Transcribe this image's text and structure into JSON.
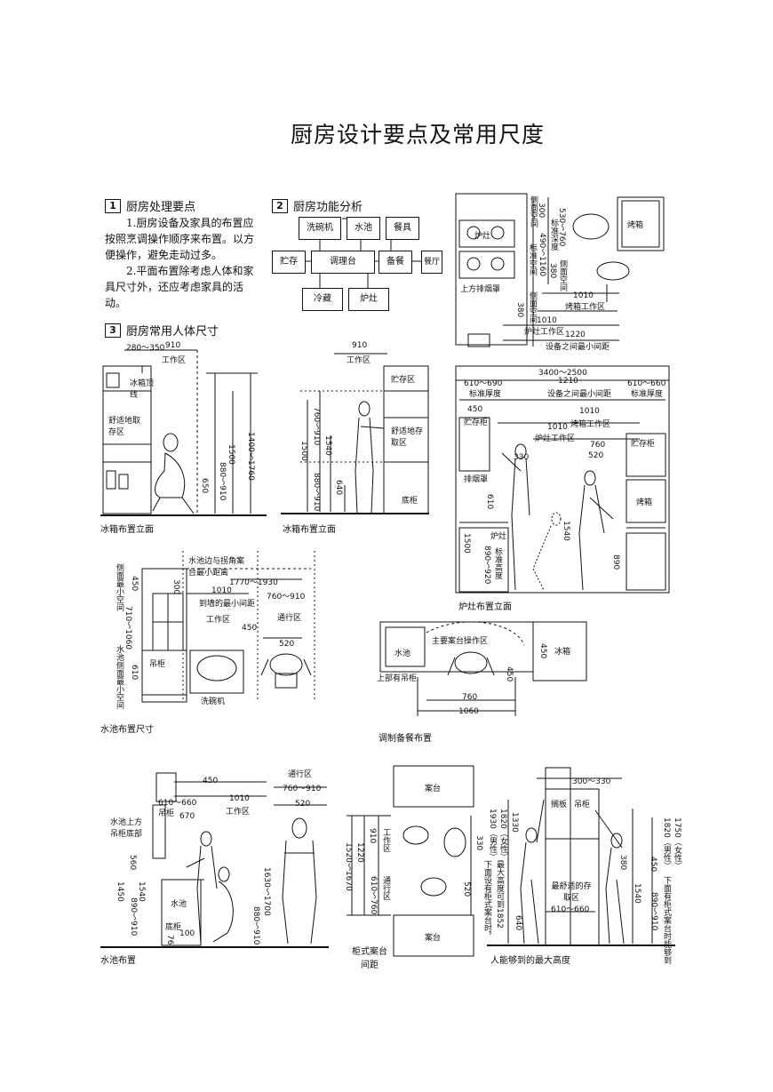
{
  "title": "厨房设计要点及常用尺度",
  "sections": {
    "s1": {
      "num": "1",
      "heading": "厨房处理要点",
      "p1": "1.厨房设备及家具的布置应按照烹调操作顺序来布置。以方便操作，避免走动过多。",
      "p2": "2.平面布置除考虑人体和家具尺寸外，还应考虑家具的活动。"
    },
    "s2": {
      "num": "2",
      "heading": "厨房功能分析",
      "boxes": {
        "dishwasher": "洗碗机",
        "sink": "水池",
        "dining": "餐具",
        "storage": "贮存",
        "prep": "调理台",
        "serve": "备餐",
        "restaurant": "餐厅",
        "fridge": "冷藏",
        "stove": "炉灶"
      }
    },
    "s3": {
      "num": "3",
      "heading": "厨房常用人体尺寸"
    }
  },
  "captions": {
    "fridge1": "冰箱布置立面",
    "fridge2": "冰箱布置立面",
    "stove_elev": "炉灶布置立面",
    "sink_size": "水池布置尺寸",
    "prep_layout": "调制备餐布置",
    "sink_elev": "水池布置",
    "counter_gap": "柜式案台间距",
    "max_reach": "人能够到的最大高度"
  },
  "labels": {
    "oven_plan": {
      "d300": "300",
      "side_space": "侧面空间",
      "d530": "530～760",
      "std_depth": "标准深度",
      "stove": "炉灶",
      "d490": "490～1160",
      "std_space": "标准空间",
      "d380a": "380",
      "side_space2": "侧面空间",
      "hood": "上方排烟罩",
      "d380b": "380",
      "side_space3": "侧面空间",
      "oven": "烤箱",
      "d1010a": "1010",
      "oven_zone": "烤箱工作区",
      "d1010b": "1010",
      "stove_zone": "炉灶工作区",
      "d1220": "1220",
      "min_dist": "设备之间最小间距"
    },
    "fridge1": {
      "d280": "280～350",
      "d910": "910",
      "work_zone": "工作区",
      "fridge_top": "冰箱顶线",
      "comfort": "舒适地取存区",
      "d650": "650",
      "d880": "880～910",
      "d1500": "1500",
      "d1400": "1400～1760"
    },
    "fridge2": {
      "d910": "910",
      "work_zone": "工作区",
      "storage": "贮存区",
      "comfort": "舒适地存取区",
      "d1500": "1500",
      "d760": "760～910",
      "d1540": "1540",
      "d640": "640",
      "d880": "880～910",
      "cabinet": "底柜"
    },
    "stove_elev": {
      "d3400": "3400～2500",
      "d610a": "610～690",
      "d1210": "1210",
      "d610b": "610～660",
      "std_depth": "标准厚度",
      "min_dist": "设备之间最小间距",
      "std_depth2": "标准厚度",
      "d450": "450",
      "d1010a": "1010",
      "storage_cab": "贮存柜",
      "oven_zone": "烤箱工作区",
      "d1010b": "1010",
      "stove_zone": "炉灶工作区",
      "d760": "760",
      "storage_cab2": "贮存柜",
      "d330": "330",
      "d520": "520",
      "hood": "排烟罩",
      "d610c": "610",
      "stove": "炉灶",
      "oven": "烤箱",
      "d1500": "1500",
      "d890": "890～920",
      "std_height": "标准高度",
      "d1540": "1540",
      "d890b": "890"
    },
    "sink_size": {
      "corner": "水池边与拐角案台最小距离",
      "d1770": "1770～1930",
      "d1010": "1010",
      "min_wall": "到墙的最小间距",
      "d760": "760～910",
      "work_zone": "工作区",
      "pass_zone": "通行区",
      "d450": "450",
      "d520": "520",
      "d300": "300",
      "d450b": "450",
      "side_min": "侧面最小空间",
      "d710": "710～1060",
      "wall_cab": "吊柜",
      "d610": "610",
      "sink_side_min": "水池侧面最小空间",
      "dishwasher": "洗碗机"
    },
    "prep_layout": {
      "main_zone": "主要案台操作区",
      "sink": "水池",
      "fridge": "冰箱",
      "d450": "450",
      "upper_cab": "上部有吊柜",
      "d450b": "450",
      "d760": "760",
      "d1060": "1060"
    },
    "sink_elev": {
      "d450": "450",
      "d610": "610～660",
      "d1010": "1010",
      "wall_cab": "吊柜",
      "work_zone": "工作区",
      "d670": "670",
      "sink_cab_bottom": "水池上方吊柜底部",
      "d560": "560",
      "d1450": "1450",
      "d1540": "1540",
      "d890": "890～910",
      "sink": "水池",
      "base_cab": "底柜",
      "d100": "100",
      "d76": "76",
      "d880": "880～910",
      "d1630": "1630～1700",
      "pass_zone": "通行区",
      "d760": "760～910",
      "d520": "520"
    },
    "counter_gap": {
      "counter_top": "案台",
      "counter_bottom": "案台",
      "work_zone": "工作区",
      "pass_zone": "通行区",
      "d1520": "1520～1670",
      "d1220": "1220",
      "d910": "910",
      "d610": "610～760",
      "d330": "330",
      "d520": "520"
    },
    "max_reach": {
      "d300": "300～330",
      "shelf": "搁板",
      "wall_cab": "吊柜",
      "best_zone": "最舒适的存取区",
      "d610": "610～660",
      "male": "1930（男性）",
      "female": "1820（女性）",
      "std1": "下面设有柜式案台时，",
      "std2": "最大高度可到1852",
      "d1330": "1330",
      "d380": "380",
      "d1540": "1540",
      "d640": "640",
      "d450": "450",
      "d890": "890～910",
      "male2": "1820（男性）",
      "female2": "1750（女性）",
      "note": "下面有柜式案台时能够到"
    }
  }
}
